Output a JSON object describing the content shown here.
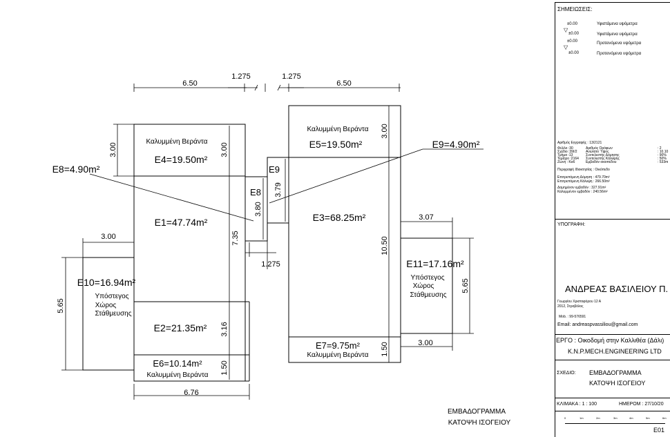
{
  "dimensions": {
    "top_left": "6.50",
    "top_gap1": "1.275",
    "top_gap2": "1.275",
    "top_right": "6.50",
    "left_veranda_h": "3.00",
    "e4_inner_h": "3.00",
    "e1_h": "7.35",
    "e2_h": "3.16",
    "e6_h": "1.50",
    "bottom_w": "6.76",
    "e10_top_w": "3.00",
    "e10_h": "5.65",
    "e8_h": "3.80",
    "e9_h": "3.79",
    "e8_bottom_w": "1.275",
    "e5_inner_h": "3.00",
    "e3_h": "10.50",
    "e7_h": "1.50",
    "e11_top_w": "3.07",
    "e11_h": "5.65",
    "e11_bottom_w": "3.00"
  },
  "areas": {
    "e4_label": "Καλυμμένη Βεράντα",
    "e4": "E4=19.50m²",
    "e1": "E1=47.74m²",
    "e2": "E2=21.35m²",
    "e6": "E6=10.14m²",
    "e6_label": "Καλυμμένη Βεράντα",
    "e10": "E10=16.94m²",
    "e10_label_1": "Υπόστεγος",
    "e10_label_2": "Χώρος",
    "e10_label_3": "Στάθμευσης",
    "e8": "E8",
    "e9": "E9",
    "e8_callout": "E8=4.90m²",
    "e9_callout": "E9=4.90m²",
    "e5_label": "Καλυμμένη Βεράντα",
    "e5": "E5=19.50m²",
    "e3": "E3=68.25m²",
    "e7": "E7=9.75m²",
    "e7_label": "Καλυμμένη Βεράντα",
    "e11": "E11=17.16m²",
    "e11_label_1": "Υπόστεγος",
    "e11_label_2": "Χώρος",
    "e11_label_3": "Στάθμευσης"
  },
  "caption": {
    "line1": "ΕΜΒΑΔΟΓΡΑΜΜΑ",
    "line2": "ΚΑΤΟΨΗ ΙΣΟΓΕΙΟΥ"
  },
  "title_block": {
    "notes_header": "ΣΗΜΕΙΩΣΕΙΣ:",
    "legend": [
      {
        "level": "±0.00",
        "text": "Υφιστάμενα υψόμετρα"
      },
      {
        "level": "±0.00",
        "text": "Υφιστάμενα υψόμετρα"
      },
      {
        "level": "±0.00",
        "text": "Προτεινόμενα υψόμετρα"
      },
      {
        "level": "±0.00",
        "text": "Προτεινόμενα υψόμετρα"
      }
    ],
    "property_no": "Αριθμός Εγγραφής : 13/2121",
    "info_left": [
      "Φύλλο :30",
      "Σχέδιο :39Ι/2",
      "Τμήμα :13",
      "Τεμάχιο :2164",
      "Ζώνη : Κα6"
    ],
    "info_mid": [
      "Αριθμός Ορόφων",
      "Ανώτατο Ύψος",
      "Συντελεστής Δόμησης",
      "Συντελεστής Κάλυψης",
      "Εμβαδόν οικοπέδου"
    ],
    "info_right": [
      ":    2",
      ":  10.10",
      ":    90%",
      ":    50%",
      ":   533m"
    ],
    "description": "Περιγραφή Ιδιοκτησίας : Οικόπεδο",
    "allowed_build": "Επιτρεπόμενη Δόμηση : 479.70m²",
    "allowed_cover": "Επιτρεπόμενη Κάλυψη : 266.50m²",
    "built_area": "Δομημένον εμβαδόν   : 327.91m²",
    "covered_area": "Καλυμμένον εμβαδόν  : 240.56m²",
    "signature_header": "ΥΠΟΓΡΑΦΗ:",
    "engineer": "ΑΝΔΡΕΑΣ ΒΑΣΙΛΕΙΟΥ Π.",
    "address1": "Γεωργίου Χριστοφόρου 12 Α",
    "address2": "2012, Στροβόλος",
    "mobile": "Mob. : 99-576591",
    "email": "Email: andreaspvassiliou@gmail.com",
    "project": "ΕΡΓΟ : Οικοδομή στην Καλλιθέα (Δάλι)",
    "company": "K.N.P.MECH.ENGINEERING LTD",
    "drawing_label": "ΣΧΕΔΙΟ:",
    "drawing_title_1": "ΕΜΒΑΔΟΓΡΑΜΜΑ",
    "drawing_title_2": "ΚΑΤΟΨΗ ΙΣΟΓΕΙΟΥ",
    "scale": "ΚΛΙΜΑΚΑ :   1 : 100",
    "date": "ΗΜΕΡΟΜ : 27/10/20",
    "scale_ticks": [
      "0",
      "1m",
      "2m",
      "3m",
      "4m",
      "5m",
      "6m"
    ],
    "sheet_no": "E01"
  }
}
